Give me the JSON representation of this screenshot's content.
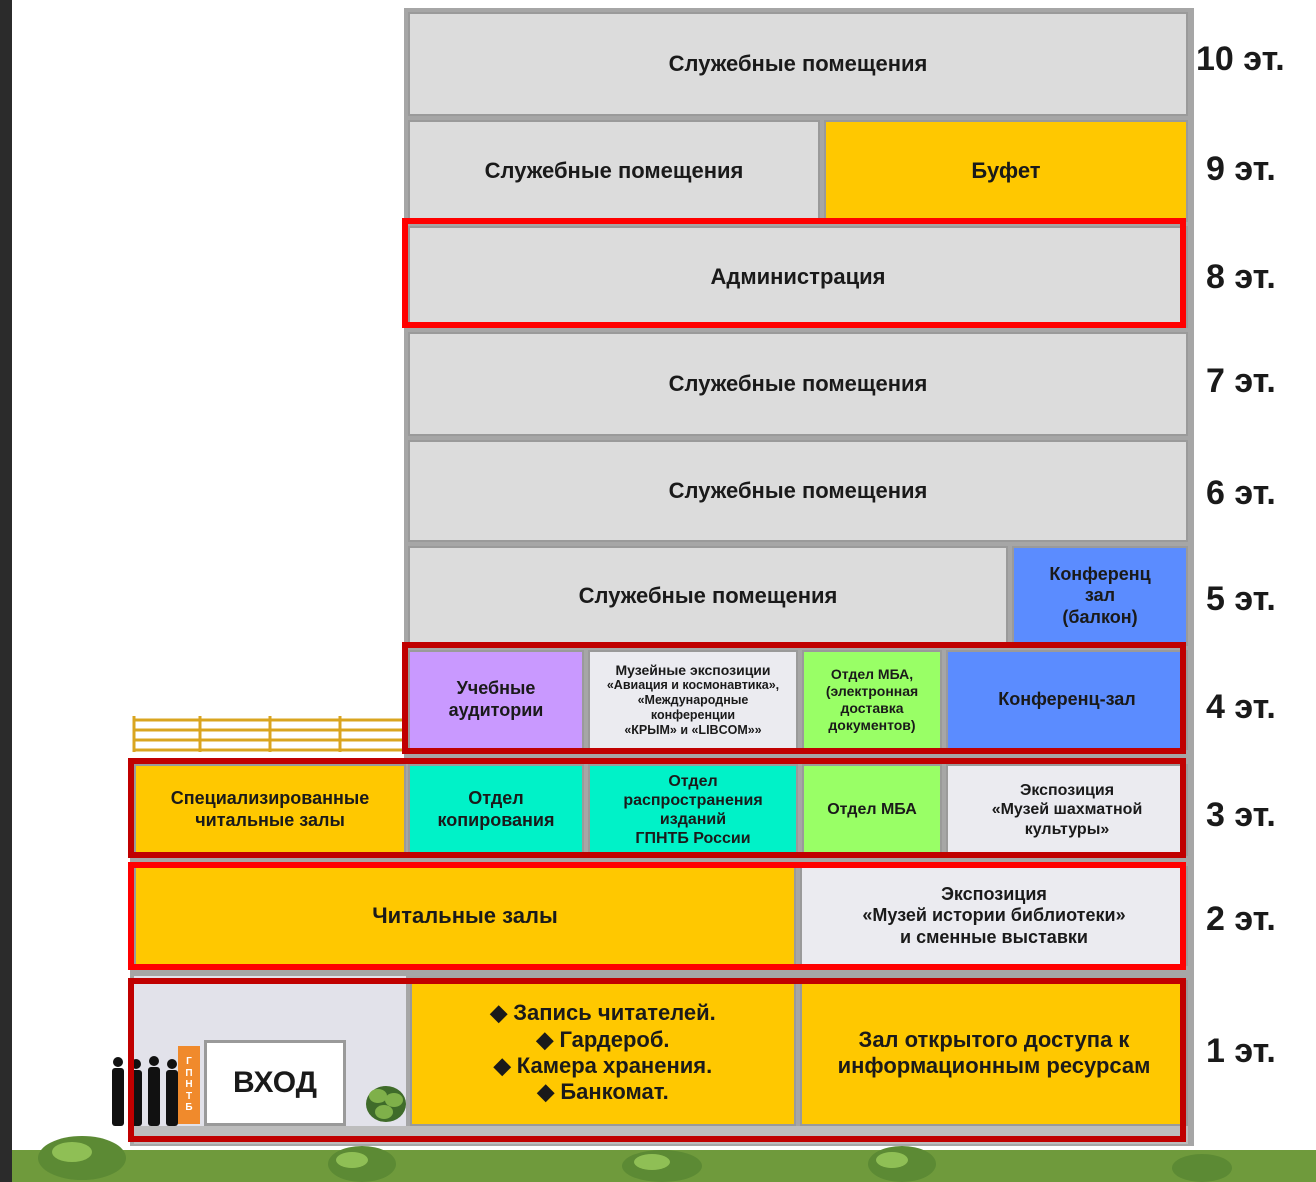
{
  "floors": {
    "f10": {
      "number": "10 эт.",
      "rooms": {
        "main": "Служебные помещения"
      }
    },
    "f9": {
      "number": "9 эт.",
      "rooms": {
        "office": "Служебные помещения",
        "buffet": "Буфет"
      }
    },
    "f8": {
      "number": "8 эт.",
      "rooms": {
        "admin": "Администрация"
      }
    },
    "f7": {
      "number": "7 эт.",
      "rooms": {
        "main": "Служебные помещения"
      }
    },
    "f6": {
      "number": "6 эт.",
      "rooms": {
        "main": "Служебные помещения"
      }
    },
    "f5": {
      "number": "5 эт.",
      "rooms": {
        "office": "Служебные помещения",
        "conf_balcony": "Конференц\nзал\n(балкон)"
      }
    },
    "f4": {
      "number": "4 эт.",
      "rooms": {
        "classrooms": "Учебные\nаудитории",
        "museum": "Музейные экспозиции",
        "museum_sub": "«Авиация и космонавтика»,\n«Международные\nконференции\n«КРЫМ» и «LIBCOM»»",
        "mba": "Отдел МБА,\n(электронная\nдоставка\nдокументов)",
        "conference": "Конференц-зал"
      }
    },
    "f3": {
      "number": "3 эт.",
      "rooms": {
        "special": "Специализированные\nчитальные  залы",
        "copy": "Отдел\nкопирования",
        "distribution": "Отдел\nраспространения\nизданий\nГПНТБ России",
        "mba": "Отдел МБА",
        "chess": "Экспозиция\n«Музей шахматной\nкультуры»"
      }
    },
    "f2": {
      "number": "2 эт.",
      "rooms": {
        "reading": "Читальные залы",
        "history": "Экспозиция\n«Музей истории библиотеки»\nи сменные выставки"
      }
    },
    "f1": {
      "number": "1 эт.",
      "rooms": {
        "services": "◆ Запись читателей.\n◆ Гардероб.\n◆ Камера хранения.\n◆ Банкомат.",
        "open_access": "Зал открытого доступа  к\nинформационным  ресурсам",
        "entrance": "ВХОД",
        "sign": "Г\nП\nН\nТ\nБ"
      }
    }
  },
  "colors": {
    "service": "#dcdcdc",
    "reading": "#ffc800",
    "exhibition": "#ebebf0",
    "classroom": "#c999ff",
    "mba": "#99ff66",
    "copy": "#00f2c8",
    "conference": "#5b8cff",
    "highlight_red": "#ff0000",
    "highlight_dark": "#c00000"
  },
  "icons": [
    "people-silhouette-icon",
    "plant-icon",
    "railing-icon",
    "grass-icon"
  ]
}
